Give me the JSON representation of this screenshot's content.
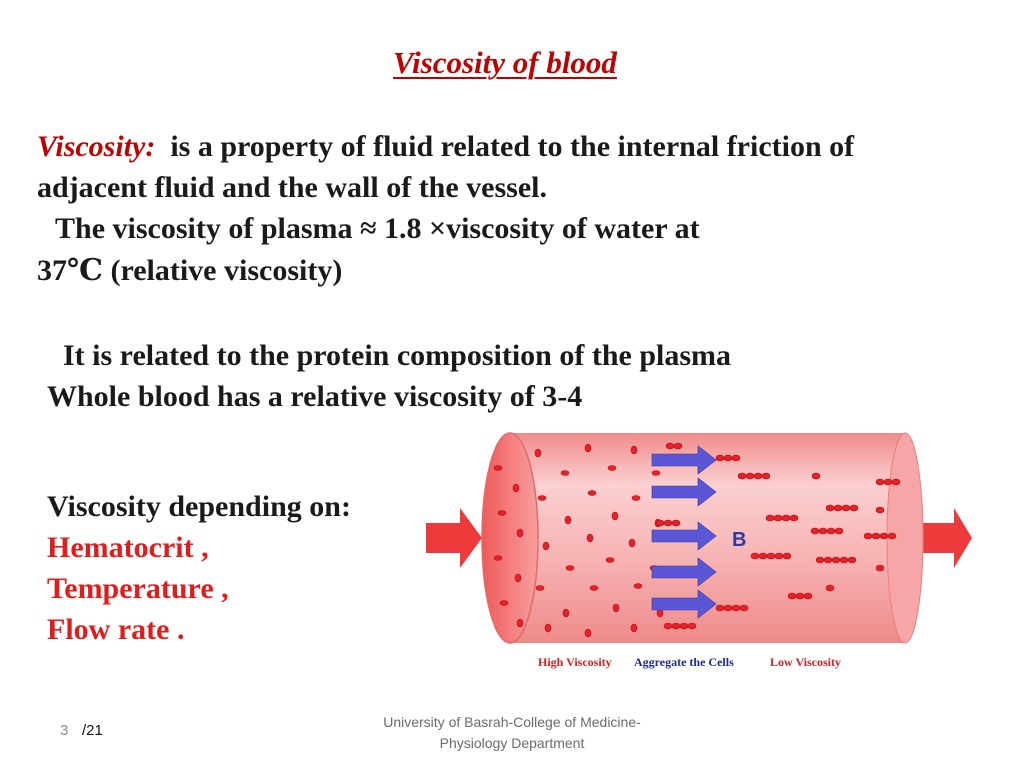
{
  "title": "Viscosity of blood",
  "definition": {
    "term": "Viscosity:",
    "line1_rest": "is a property of fluid related to the internal friction of",
    "line2": "adjacent fluid and the wall of the vessel."
  },
  "plasma": {
    "line1": "The viscosity of plasma ≈ 1.8 ×viscosity of water at",
    "line2": "37℃  (relative viscosity)"
  },
  "protein_line": "It is  related to the protein composition of the plasma",
  "whole_blood_line": "Whole blood has a relative viscosity of 3-4",
  "depends": {
    "heading": "Viscosity depending  on:",
    "items": [
      "Hematocrit ,",
      "Temperature  ,",
      "Flow rate ."
    ]
  },
  "figure": {
    "center_label": "B",
    "caption_high": "High Viscosity",
    "caption_aggregate": "Aggregate the Cells",
    "caption_low": "Low Viscosity",
    "colors": {
      "vessel": "#f5a8a8",
      "cell": "#e8202a",
      "arrow_flow": "#ee3a3a",
      "arrow_inner": "#5a56d6",
      "caption_red": "#d42020",
      "caption_blue": "#1a2a9a"
    }
  },
  "footer": {
    "line1": "University of Basrah-College of Medicine-",
    "line2": "Physiology Department"
  },
  "page": {
    "number": "3",
    "total": "/21"
  }
}
